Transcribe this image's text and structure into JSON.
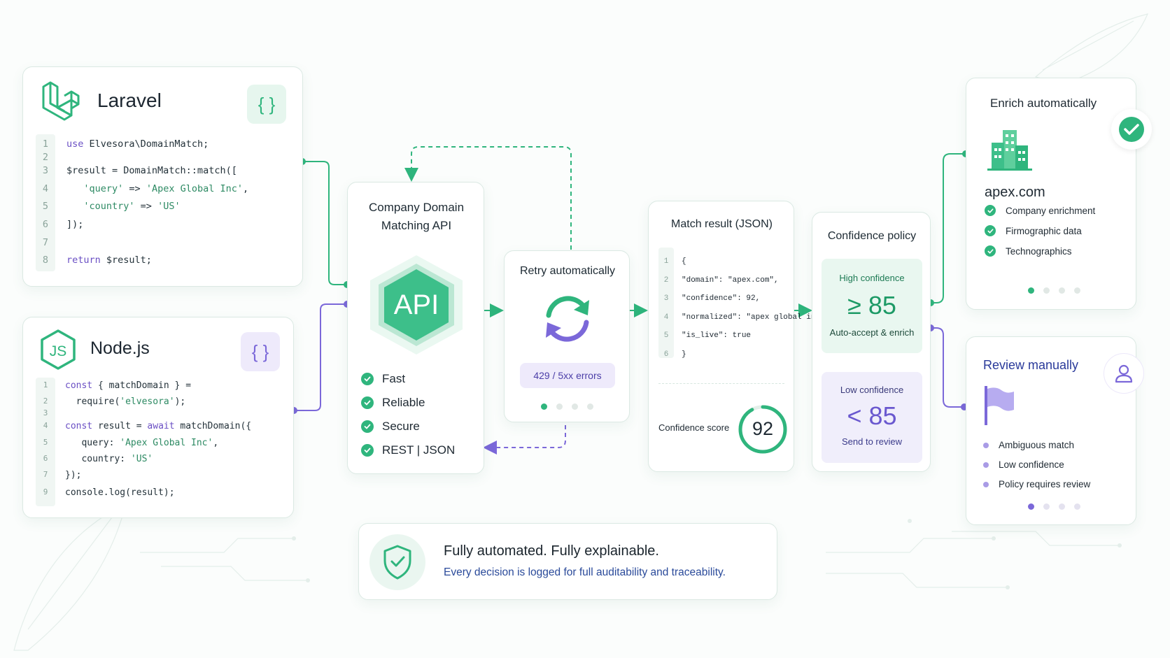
{
  "laravel": {
    "title": "Laravel",
    "brace": "{ }",
    "line_numbers": [
      "1",
      "2",
      "3",
      "4",
      "5",
      "6",
      "7",
      "8"
    ],
    "lines": [
      "use Elvesora\\DomainMatch;",
      "",
      "$result = DomainMatch::match([",
      "   'query' => 'Apex Global Inc',",
      "   'country' => 'US'",
      "]);",
      "",
      "return $result;"
    ]
  },
  "node": {
    "title": "Node.js",
    "brace": "{ }",
    "line_numbers": [
      "1",
      "2",
      "3",
      "4",
      "5",
      "6",
      "7",
      "9"
    ],
    "lines": [
      "const { matchDomain } =",
      "  require('elvesora');",
      "",
      "const result = await matchDomain({",
      "   query: 'Apex Global Inc',",
      "   country: 'US'",
      "});",
      "console.log(result);"
    ]
  },
  "api": {
    "title_line1": "Company Domain",
    "title_line2": "Matching API",
    "badge": "API",
    "features": [
      "Fast",
      "Reliable",
      "Secure",
      "REST | JSON"
    ]
  },
  "retry": {
    "title": "Retry automatically",
    "errors": "429 / 5xx errors"
  },
  "match": {
    "title": "Match result (JSON)",
    "line_numbers": [
      "1",
      "2",
      "3",
      "4",
      "5",
      "6"
    ],
    "json_lines": [
      "{",
      "\"domain\": \"apex.com\",",
      "\"confidence\": 92,",
      "\"normalized\": \"apex global inc\",",
      "\"is_live\": true",
      "}"
    ],
    "score_label": "Confidence score",
    "score": "92",
    "score_fraction": 0.92
  },
  "policy": {
    "title": "Confidence policy",
    "high_label": "High confidence",
    "high_value": "≥ 85",
    "high_action": "Auto-accept & enrich",
    "low_label": "Low confidence",
    "low_value": "< 85",
    "low_action": "Send to review"
  },
  "enrich": {
    "title": "Enrich automatically",
    "domain": "apex.com",
    "items": [
      "Company enrichment",
      "Firmographic data",
      "Technographics"
    ]
  },
  "review": {
    "title": "Review manually",
    "items": [
      "Ambiguous match",
      "Low confidence",
      "Policy requires review"
    ]
  },
  "footer": {
    "heading": "Fully automated. Fully explainable.",
    "subtext": "Every decision is logged for full auditability and traceability."
  },
  "colors": {
    "green": "#2fb57d",
    "purple": "#7b68d9",
    "dark_text": "#1f2a33",
    "blue_text": "#2a4a9a"
  },
  "icons": [
    "laravel-logo-icon",
    "nodejs-logo-icon",
    "api-hexagon-icon",
    "refresh-icon",
    "building-icon",
    "check-badge-icon",
    "user-icon",
    "flag-icon",
    "shield-check-icon"
  ]
}
